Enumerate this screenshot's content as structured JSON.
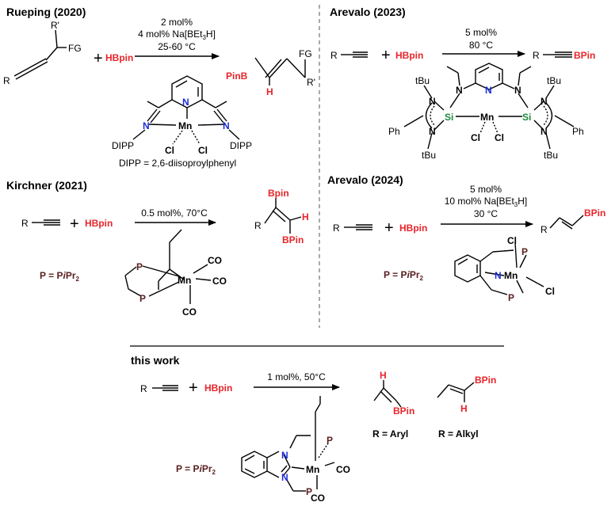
{
  "colors": {
    "red": "#e8242a",
    "blue": "#1a2bd6",
    "green": "#1b8a3a",
    "black": "#000000",
    "dash": "#555555"
  },
  "panels": {
    "rueping": {
      "title": "Rueping (2020)",
      "cond1": "2 mol%",
      "cond2_a": "4 mol% Na[BEt",
      "cond2_sub": "3",
      "cond2_b": "H]",
      "cond3": "25-60 °C",
      "r": "R",
      "rprime": "R'",
      "fg": "FG",
      "fg2": "FG",
      "rprime2": "R'",
      "plus": "+",
      "hbpin": "HBpin",
      "pinb": "PinB",
      "h": "H",
      "mn": "Mn",
      "n": "N",
      "cl1": "Cl",
      "cl2": "Cl",
      "dipp1": "DIPP",
      "dipp2": "DIPP",
      "footnote": "DIPP = 2,6-diisoproylphenyl"
    },
    "arevalo2023": {
      "title": "Arevalo (2023)",
      "cond1": "5 mol%",
      "cond2": "80 °C",
      "r": "R",
      "plus": "+",
      "hbpin": "HBpin",
      "r2": "R",
      "bpin": "BPin",
      "n": "N",
      "mn": "Mn",
      "si": "Si",
      "cl": "Cl",
      "tbu": "tBu",
      "ph": "Ph"
    },
    "kirchner": {
      "title": "Kirchner (2021)",
      "cond1": "0.5 mol%, 70°C",
      "r": "R",
      "plus": "+",
      "hbpin": "HBpin",
      "bpin1": "Bpin",
      "bpin2": "BPin",
      "h": "H",
      "r2": "R",
      "mn": "Mn",
      "co": "CO",
      "p": "P",
      "pdef_a": "P = P",
      "pdef_b": "i",
      "pdef_c": "Pr",
      "pdef_sub": "2"
    },
    "arevalo2024": {
      "title": "Arevalo (2024)",
      "cond1": "5 mol%",
      "cond2_a": "10 mol% Na[BEt",
      "cond2_sub": "3",
      "cond2_b": "H]",
      "cond3": "30 °C",
      "r": "R",
      "plus": "+",
      "hbpin": "HBpin",
      "r2": "R",
      "bpin": "BPin",
      "n": "N",
      "mn": "Mn",
      "cl": "Cl",
      "p": "P",
      "pdef_a": "P = P",
      "pdef_b": "i",
      "pdef_c": "Pr",
      "pdef_sub": "2"
    },
    "thiswork": {
      "title": "this work",
      "cond1": "1 mol%, 50°C",
      "r": "R",
      "plus": "+",
      "hbpin": "HBpin",
      "h": "H",
      "bpin1": "BPin",
      "bpin2": "BPin",
      "label_aryl": "R = Aryl",
      "label_alkyl": "R = Alkyl",
      "n": "N",
      "mn": "Mn",
      "co": "CO",
      "p": "P",
      "pdef_a": "P = P",
      "pdef_b": "i",
      "pdef_c": "Pr",
      "pdef_sub": "2"
    }
  }
}
